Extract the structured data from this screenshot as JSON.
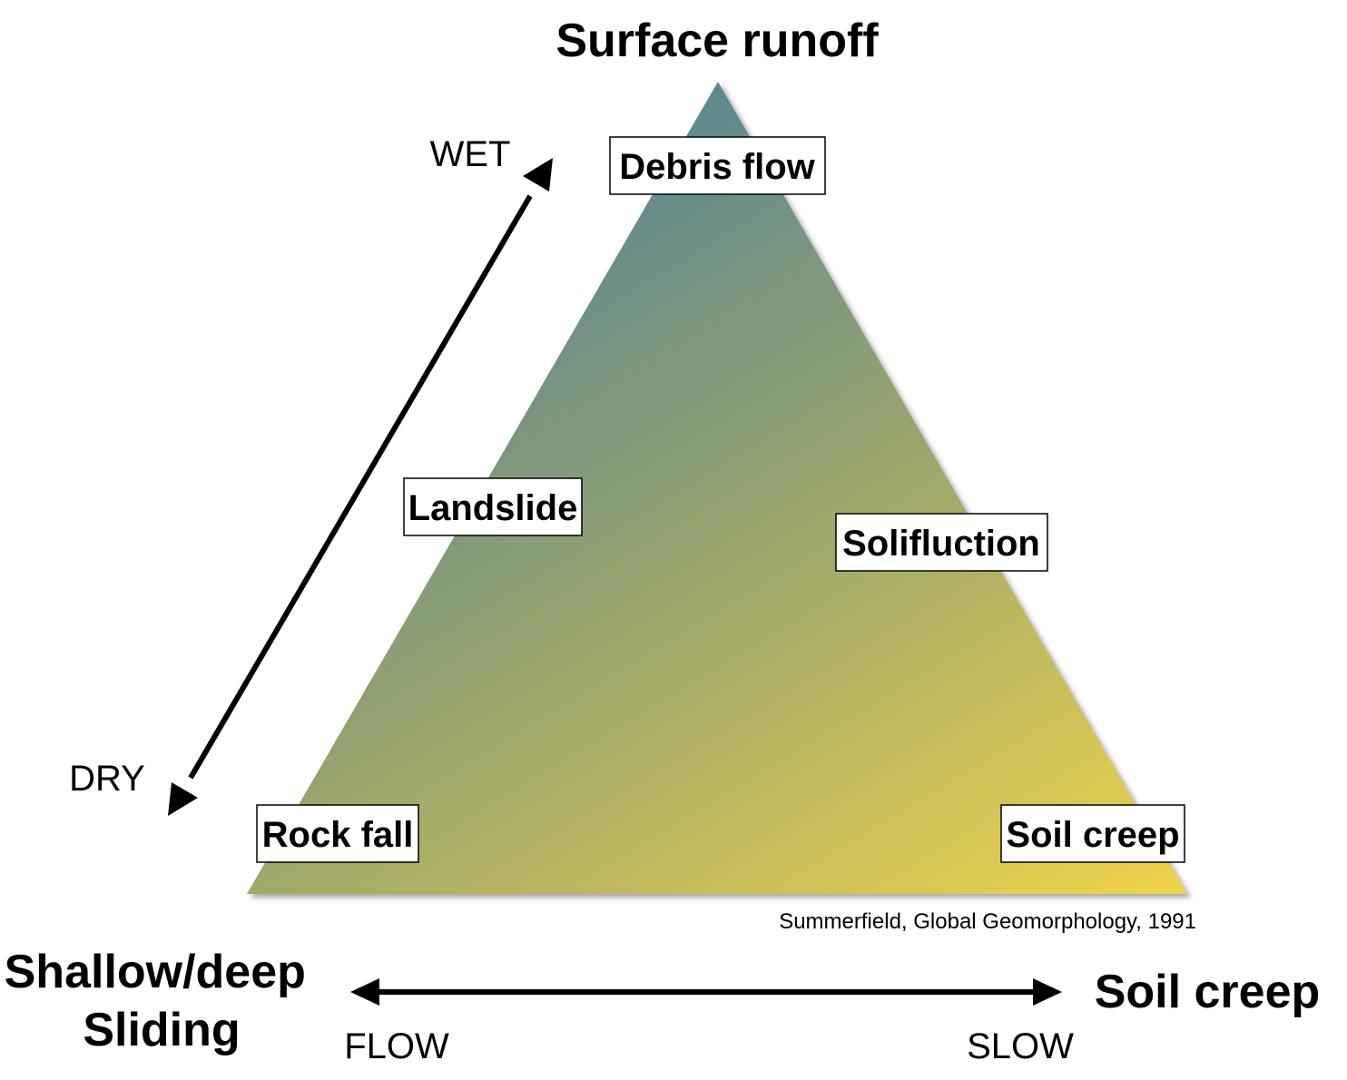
{
  "apex_top": "Surface runoff",
  "apex_left": [
    "Shallow/deep",
    "Sliding"
  ],
  "apex_right": "Soil creep",
  "wet_dry_axis": {
    "wet": "WET",
    "dry": "DRY"
  },
  "flow_slow_axis": {
    "flow": "FLOW",
    "slow": "SLOW"
  },
  "regions": {
    "debris_flow": "Debris flow",
    "landslide": "Landslide",
    "solifluction": "Solifluction",
    "rock_fall": "Rock fall",
    "soil_creep": "Soil creep"
  },
  "citation": "Summerfield, Global Geomorphology, 1991",
  "colors": {
    "gradient_top": "#4a7f9b",
    "gradient_middle": "#98a46e",
    "gradient_bottom": "#ecd24c",
    "label_box_border": "#000000"
  }
}
